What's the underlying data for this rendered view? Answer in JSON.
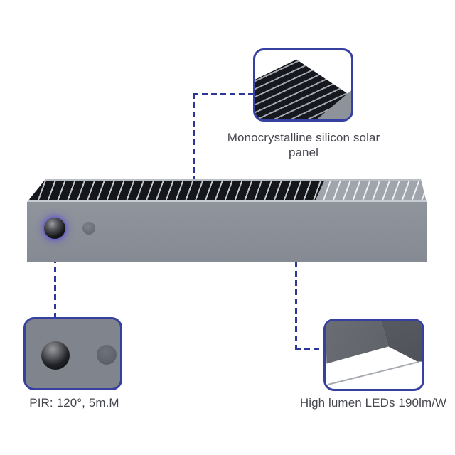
{
  "diagram_title": "solar wall light feature callouts",
  "product": {
    "name": "solar-wall-light",
    "features": [
      "pir-motion-sensor",
      "light-sensor",
      "solar-panel",
      "heat-sink-ribs"
    ]
  },
  "callouts": {
    "solar_panel": {
      "label": "Monocrystalline silicon solar panel"
    },
    "pir": {
      "label": "PIR: 120°, 5m.M"
    },
    "leds": {
      "label": "High lumen LEDs 190lm/W"
    }
  },
  "colors": {
    "accent": "#2c3795",
    "callout_border": "#3640a0",
    "label_text": "#45464e",
    "body_gray": "#8a8f98",
    "panel_black": "#14161a",
    "rib_gray": "#a0a5ad",
    "pir_glow": "#5848e0"
  }
}
